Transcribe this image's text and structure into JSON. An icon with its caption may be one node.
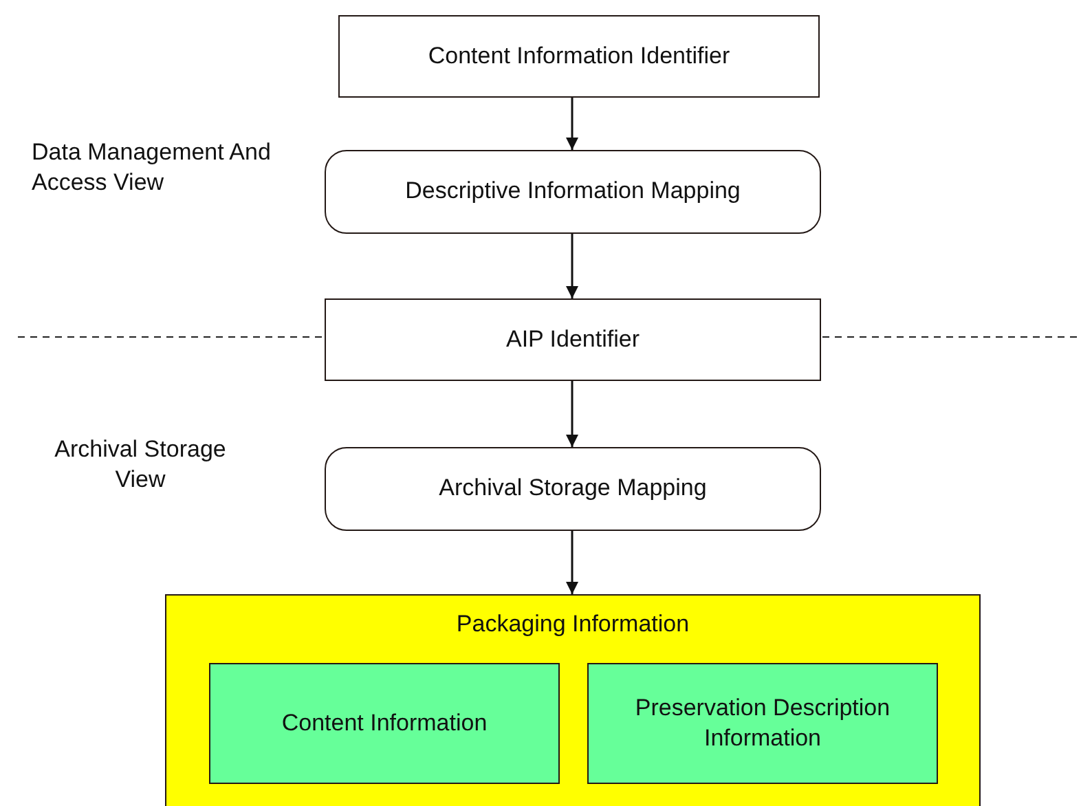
{
  "diagram": {
    "nodes": [
      {
        "text": [
          "Content Information Identifier"
        ]
      },
      {
        "text": [
          "Descriptive Information Mapping"
        ]
      },
      {
        "text": [
          "AIP Identifier"
        ]
      },
      {
        "text": [
          "Archival Storage Mapping"
        ]
      },
      {
        "text": [
          "Packaging Information"
        ]
      },
      {
        "text": [
          "Content Information"
        ],
        "in": 4
      },
      {
        "text": [
          "Preservation Description Information"
        ],
        "in": 4
      }
    ],
    "edges": [
      {
        "from": 0,
        "to": 1,
        "arrow": "to"
      },
      {
        "from": 1,
        "to": 2,
        "arrow": "to"
      },
      {
        "from": 2,
        "to": 3,
        "arrow": "to"
      },
      {
        "from": 3,
        "to": 4,
        "arrow": "to"
      }
    ],
    "labels": [
      "Data Management And Access View",
      "Archival Storage View"
    ]
  }
}
